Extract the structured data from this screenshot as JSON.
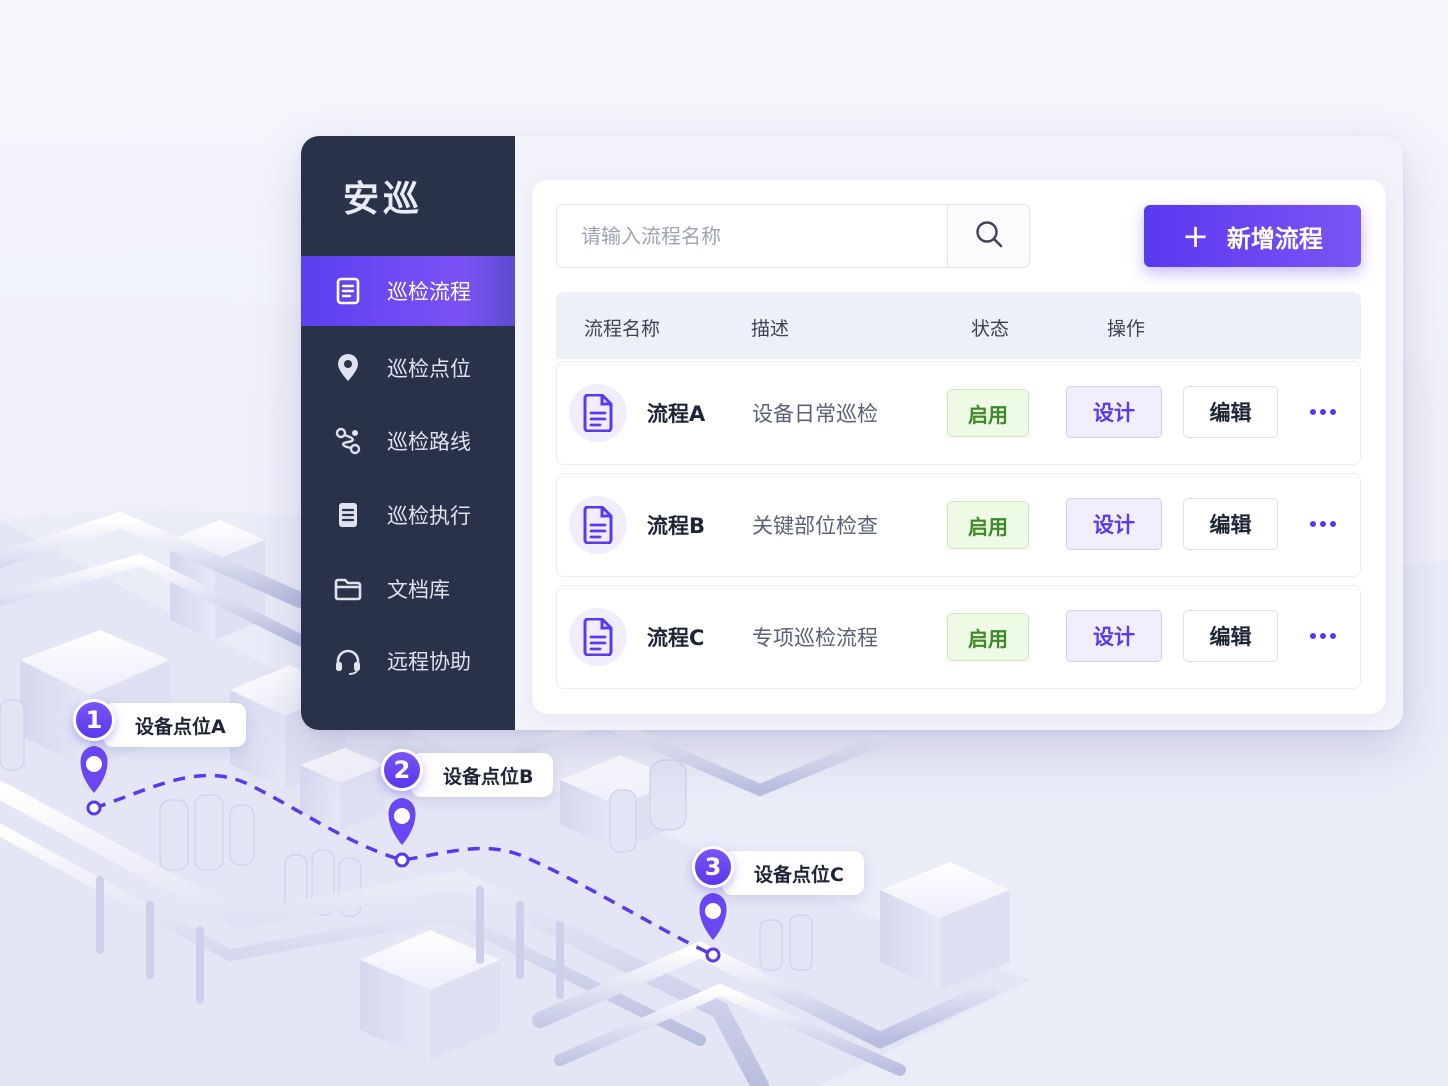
{
  "app": {
    "brand": "安巡"
  },
  "sidebar": {
    "items": [
      {
        "label": "巡检流程",
        "icon": "document-list-icon",
        "active": true
      },
      {
        "label": "巡检点位",
        "icon": "location-pin-icon",
        "active": false
      },
      {
        "label": "巡检路线",
        "icon": "route-icon",
        "active": false
      },
      {
        "label": "巡检执行",
        "icon": "task-list-icon",
        "active": false
      },
      {
        "label": "文档库",
        "icon": "folder-icon",
        "active": false
      },
      {
        "label": "远程协助",
        "icon": "headset-icon",
        "active": false
      }
    ]
  },
  "search": {
    "placeholder": "请输入流程名称",
    "value": "",
    "icon": "search-icon"
  },
  "toolbar": {
    "add_label": "新增流程",
    "add_icon": "plus-icon"
  },
  "table": {
    "headers": {
      "name": "流程名称",
      "desc": "描述",
      "status": "状态",
      "ops": "操作"
    },
    "rows": [
      {
        "name": "流程A",
        "desc": "设备日常巡检",
        "status": "启用",
        "design": "设计",
        "edit": "编辑"
      },
      {
        "name": "流程B",
        "desc": "关键部位检查",
        "status": "启用",
        "design": "设计",
        "edit": "编辑"
      },
      {
        "name": "流程C",
        "desc": "专项巡检流程",
        "status": "启用",
        "design": "设计",
        "edit": "编辑"
      }
    ]
  },
  "map": {
    "points": [
      {
        "number": "1",
        "label": "设备点位A"
      },
      {
        "number": "2",
        "label": "设备点位B"
      },
      {
        "number": "3",
        "label": "设备点位C"
      }
    ]
  },
  "colors": {
    "accent": "#5b3ff0",
    "sidebar_bg": "#283248",
    "status_green": "#3b8a23",
    "route_dash": "#5a38ee"
  }
}
